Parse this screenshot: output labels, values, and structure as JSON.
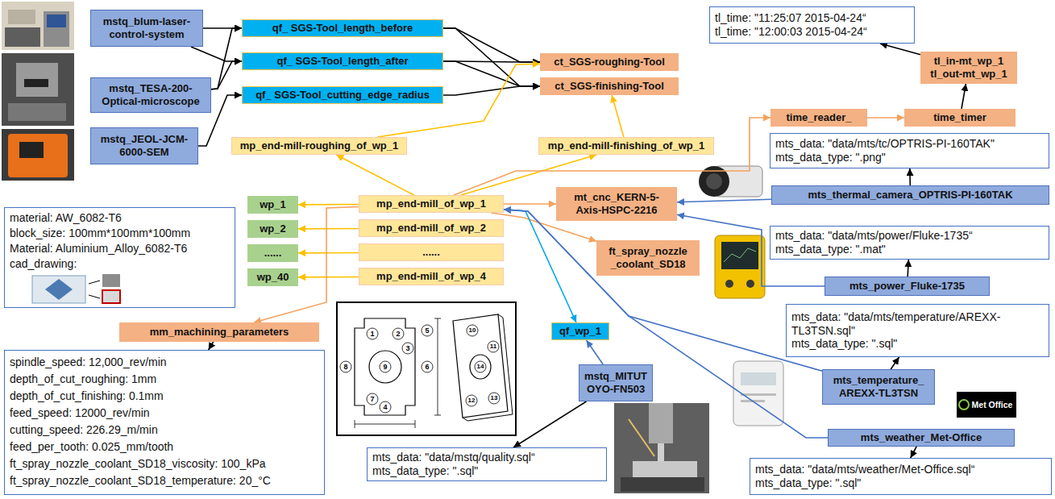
{
  "diagram": {
    "nodes": [
      {
        "text": [
          "mstq_blum-laser- control-system"
        ]
      },
      {
        "text": [
          "mstq_TESA-200- Optical-microscope"
        ]
      },
      {
        "text": [
          "mstq_JEOL-JCM- 6000-SEM"
        ]
      },
      {
        "text": [
          "qf_ SGS-Tool_length_before"
        ]
      },
      {
        "text": [
          "qf_ SGS-Tool_length_after"
        ]
      },
      {
        "text": [
          "qf_ SGS-Tool_cutting_edge_radius"
        ]
      },
      {
        "text": [
          "ct_SGS-roughing-Tool"
        ]
      },
      {
        "text": [
          "ct_SGS-finishing-Tool"
        ]
      },
      {
        "text": [
          "tl_time: \"11:25:07 2015-04-24“",
          "tl_time: \"12:00:03 2015-04-24“"
        ]
      },
      {
        "text": [
          "tl_in-mt_wp_1",
          "tl_out-mt_wp_1"
        ]
      },
      {
        "text": [
          "time_reader_"
        ]
      },
      {
        "text": [
          "time_timer"
        ]
      },
      {
        "text": [
          "mp_end-mill-roughing_of_wp_1"
        ]
      },
      {
        "text": [
          "mp_end-mill-finishing_of_wp_1"
        ]
      },
      {
        "text": [
          "mts_data: \"data/mts/tc/OPTRIS-PI-160TAK\"",
          "mts_data_type: \".png\""
        ]
      },
      {
        "text": [
          "material: AW_6082-T6",
          "block_size: 100mm*100mm*100mm",
          "Material: Aluminium_Alloy_6082-T6",
          "cad_drawing:"
        ]
      },
      {
        "text": [
          "wp_1"
        ]
      },
      {
        "text": [
          "wp_2"
        ]
      },
      {
        "text": [
          "......"
        ]
      },
      {
        "text": [
          "wp_40"
        ]
      },
      {
        "text": [
          "mp_end-mill_of_wp_1"
        ]
      },
      {
        "text": [
          "mp_end-mill_of_wp_2"
        ]
      },
      {
        "text": [
          "......"
        ]
      },
      {
        "text": [
          "mp_end-mill_of_wp_4"
        ]
      },
      {
        "text": [
          "mt_cnc_KERN-5- Axis-HSPC-2216"
        ]
      },
      {
        "text": [
          "ft_spray_nozzle _coolant_SD18"
        ]
      },
      {
        "text": [
          "qf_wp_1"
        ]
      },
      {
        "text": [
          "mts_thermal_camera_OPTRIS-PI-160TAK"
        ]
      },
      {
        "text": [
          "mts_data: \"data/mts/power/Fluke-1735“",
          "mts_data_type: \".mat\""
        ]
      },
      {
        "text": [
          "mts_power_Fluke-1735"
        ]
      },
      {
        "text": [
          "mts_data: \"data/mts/temperature/AREXX- TL3TSN.sql\"",
          "mts_data_type: \".sql\""
        ]
      },
      {
        "text": [
          "mts_temperature_ AREXX-TL3TSN"
        ]
      },
      {
        "text": [
          "mts_weather_Met-Office"
        ]
      },
      {
        "text": [
          "mts_data: \"data/mts/weather/Met-Office.sql“",
          "mts_data_type: \".sql\""
        ]
      },
      {
        "text": [
          "mm_machining_parameters"
        ]
      },
      {
        "text": [
          "spindle_speed: 12,000_rev/min",
          "depth_of_cut_roughing: 1mm",
          "depth_of_cut_finishing: 0.1mm",
          "feed_speed: 12000_rev/min",
          "cutting_speed: 226.29_m/min",
          "feed_per_tooth: 0.025_mm/tooth",
          "ft_spray_nozzle_coolant_SD18_viscosity: 100_kPa",
          "ft_spray_nozzle_coolant_SD18_temperature: 20_°C"
        ]
      },
      {
        "text": [
          "mstq_MITUT OYO-FN503"
        ]
      },
      {
        "text": [
          "mts_data: \"data/mstq/quality.sql“",
          "mts_data_type: \".sql\""
        ]
      }
    ],
    "edges": [
      {
        "from": 0,
        "to": 3,
        "arrow": "to"
      },
      {
        "from": 0,
        "to": 4,
        "arrow": "to"
      },
      {
        "from": 1,
        "to": 3,
        "arrow": "to"
      },
      {
        "from": 1,
        "to": 4,
        "arrow": "to"
      },
      {
        "from": 2,
        "to": 5,
        "arrow": "to"
      },
      {
        "from": 3,
        "to": 6,
        "arrow": "to"
      },
      {
        "from": 3,
        "to": 7,
        "arrow": "to"
      },
      {
        "from": 4,
        "to": 6,
        "arrow": "to"
      },
      {
        "from": 4,
        "to": 7,
        "arrow": "to"
      },
      {
        "from": 5,
        "to": 7,
        "arrow": "to"
      },
      {
        "from": 12,
        "to": 6,
        "arrow": "to"
      },
      {
        "from": 13,
        "to": 7,
        "arrow": "to"
      },
      {
        "from": 20,
        "to": 12,
        "arrow": "to"
      },
      {
        "from": 20,
        "to": 13,
        "arrow": "to"
      },
      {
        "from": 20,
        "to": 10,
        "arrow": "to"
      },
      {
        "from": 10,
        "to": 11,
        "arrow": "to"
      },
      {
        "from": 11,
        "to": 9,
        "arrow": "to"
      },
      {
        "from": 9,
        "to": 8,
        "arrow": "to"
      },
      {
        "from": 20,
        "to": 16,
        "arrow": "to"
      },
      {
        "from": 21,
        "to": 17,
        "arrow": "to"
      },
      {
        "from": 22,
        "to": 18,
        "arrow": "to"
      },
      {
        "from": 23,
        "to": 19,
        "arrow": "to"
      },
      {
        "from": 20,
        "to": 24,
        "arrow": "to"
      },
      {
        "from": 20,
        "to": 25,
        "arrow": "to"
      },
      {
        "from": 20,
        "to": 26,
        "arrow": "to"
      },
      {
        "from": 20,
        "to": 34,
        "arrow": "to"
      },
      {
        "from": 34,
        "to": 35,
        "arrow": "to"
      },
      {
        "from": 27,
        "to": 24,
        "arrow": "to"
      },
      {
        "from": 29,
        "to": 24,
        "arrow": "to"
      },
      {
        "from": 31,
        "to": 20,
        "arrow": "to"
      },
      {
        "from": 32,
        "to": 20,
        "arrow": "to"
      },
      {
        "from": 27,
        "to": 14,
        "arrow": "to"
      },
      {
        "from": 29,
        "to": 28,
        "arrow": "to"
      },
      {
        "from": 31,
        "to": 30,
        "arrow": "to"
      },
      {
        "from": 32,
        "to": 33,
        "arrow": "to"
      },
      {
        "from": 36,
        "to": 26,
        "arrow": "to"
      },
      {
        "from": 36,
        "to": 37,
        "arrow": "to"
      }
    ],
    "labels": [
      "1",
      "2",
      "3",
      "4",
      "5",
      "6",
      "7",
      "8",
      "9",
      "10",
      "11",
      "12",
      "13",
      "14",
      "Met Office"
    ]
  }
}
